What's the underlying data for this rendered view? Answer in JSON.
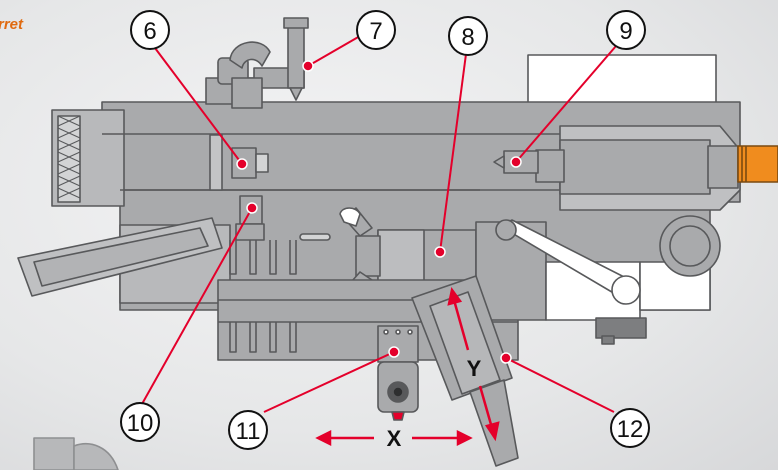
{
  "header": {
    "partial_title": "rret"
  },
  "callouts": [
    "6",
    "7",
    "8",
    "9",
    "10",
    "11",
    "12"
  ],
  "axes": {
    "x": "X",
    "y": "Y"
  },
  "colors": {
    "accent": "#e4002b",
    "title": "#e06a10",
    "body": "#a9aaac",
    "dark": "#58595b",
    "spindle": "#f08c1e"
  }
}
